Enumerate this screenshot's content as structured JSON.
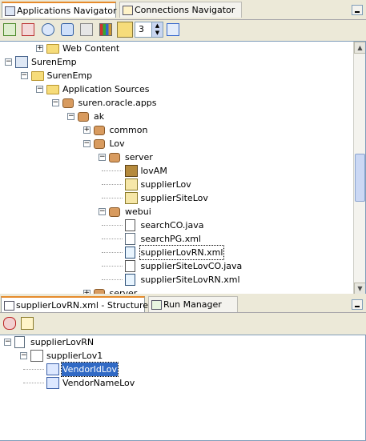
{
  "top_tabs": [
    {
      "label": "Applications Navigator",
      "active": true
    },
    {
      "label": "Connections Navigator",
      "active": false
    }
  ],
  "toolbar": {
    "icons": [
      "new-workspace-icon",
      "remove-icon",
      "find-icon",
      "refresh-icon",
      "properties-icon",
      "chart-icon",
      "folder-icon",
      "sort-icon"
    ],
    "level_value": "3"
  },
  "nav_tree": [
    {
      "label": "Web Content",
      "icon": "folder-icon",
      "depth": 2,
      "expander": "+"
    },
    {
      "label": "SurenEmp",
      "icon": "workspace-icon",
      "depth": 0,
      "expander": "-"
    },
    {
      "label": "SurenEmp",
      "icon": "project-icon",
      "depth": 1,
      "expander": "-"
    },
    {
      "label": "Application Sources",
      "icon": "folder-icon",
      "depth": 2,
      "expander": "-"
    },
    {
      "label": "suren.oracle.apps",
      "icon": "package-icon",
      "depth": 3,
      "expander": "-"
    },
    {
      "label": "ak",
      "icon": "package-icon",
      "depth": 4,
      "expander": "-"
    },
    {
      "label": "common",
      "icon": "package-icon",
      "depth": 5,
      "expander": "+"
    },
    {
      "label": "Lov",
      "icon": "package-icon",
      "depth": 5,
      "expander": "-"
    },
    {
      "label": "server",
      "icon": "package-icon",
      "depth": 6,
      "expander": "-"
    },
    {
      "label": "lovAM",
      "icon": "application-module-icon",
      "depth": 7,
      "expander": ""
    },
    {
      "label": "supplierLov",
      "icon": "view-object-icon",
      "depth": 7,
      "expander": ""
    },
    {
      "label": "supplierSiteLov",
      "icon": "view-object-icon",
      "depth": 7,
      "expander": ""
    },
    {
      "label": "webui",
      "icon": "package-icon",
      "depth": 6,
      "expander": "-"
    },
    {
      "label": "searchCO.java",
      "icon": "java-file-icon",
      "depth": 7,
      "expander": ""
    },
    {
      "label": "searchPG.xml",
      "icon": "xml-file-icon",
      "depth": 7,
      "expander": ""
    },
    {
      "label": "supplierLovRN.xml",
      "icon": "xml-region-icon",
      "depth": 7,
      "expander": "",
      "selected_outline": true
    },
    {
      "label": "supplierSiteLovCO.java",
      "icon": "java-file-icon",
      "depth": 7,
      "expander": ""
    },
    {
      "label": "supplierSiteLovRN.xml",
      "icon": "xml-region-icon",
      "depth": 7,
      "expander": ""
    },
    {
      "label": "server",
      "icon": "package-icon",
      "depth": 5,
      "expander": "+"
    }
  ],
  "bottom_tabs": [
    {
      "label": "supplierLovRN.xml - Structure",
      "active": true
    },
    {
      "label": "Run Manager",
      "active": false
    }
  ],
  "structure_toolbar": {
    "icons": [
      "pin-icon",
      "edit-properties-icon"
    ]
  },
  "structure_tree": [
    {
      "label": "supplierLovRN",
      "icon": "region-icon",
      "depth": 0,
      "expander": "-"
    },
    {
      "label": "supplierLov1",
      "icon": "table-icon",
      "depth": 1,
      "expander": "-"
    },
    {
      "label": "VendorIdLov",
      "icon": "lov-item-icon",
      "depth": 2,
      "expander": "",
      "selected": true
    },
    {
      "label": "VendorNameLov",
      "icon": "lov-item-icon",
      "depth": 2,
      "expander": ""
    }
  ],
  "colors": {
    "selection": "#316ac5",
    "active_tab_accent": "#e68b2c",
    "panel_background": "#ece9d8"
  }
}
